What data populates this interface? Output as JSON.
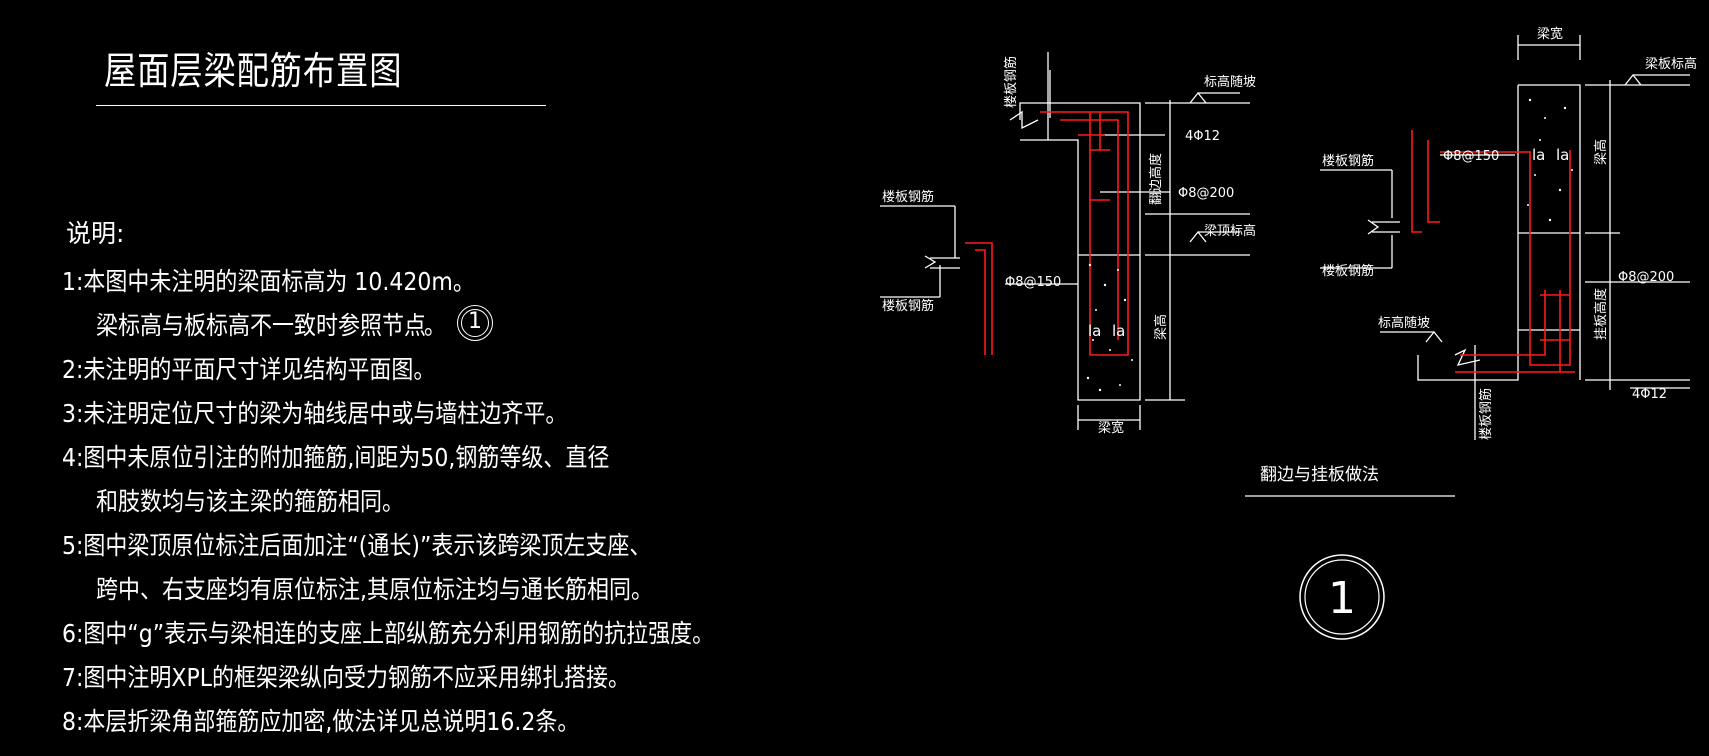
{
  "title": "屋面层梁配筋布置图",
  "notes_heading": "说明:",
  "notes": [
    "1:本图中未注明的梁面标高为 10.420m。",
    "梁标高与板标高不一致时参照节点",
    "。",
    "2:未注明的平面尺寸详见结构平面图。",
    "3:未注明定位尺寸的梁为轴线居中或与墙柱边齐平。",
    "4:图中未原位引注的附加箍筋,间距为50,钢筋等级、直径",
    "和肢数均与该主梁的箍筋相同。",
    "5:图中梁顶原位标注后面加注“(通长)”表示该跨梁顶左支座、",
    "跨中、右支座均有原位标注,其原位标注均与通长筋相同。",
    "6:图中“g”表示与梁相连的支座上部纵筋充分利用钢筋的抗拉强度。",
    "7:图中注明XPL的框架梁纵向受力钢筋不应采用绑扎搭接。",
    "8:本层折梁角部箍筋应加密,做法详见总说明16.2条。"
  ],
  "node_ref": "1",
  "detail_caption": "翻边与挂板做法",
  "detail_ref": "1",
  "left_detail": {
    "slab_rebar_top_vertical": "楼板钢筋",
    "slab_elevation": "标高随坡",
    "rebar_4phi12": "4Φ12",
    "flange_height": "翻边高度",
    "stirrup_phi8_200": "Φ8@200",
    "beam_top_elevation": "梁顶标高",
    "slab_rebar_upper": "楼板钢筋",
    "slab_rebar_lower": "楼板钢筋",
    "rebar_phi8_150": "Φ8@150",
    "beam_height": "梁高",
    "la1": "la",
    "la2": "la",
    "beam_width": "梁宽"
  },
  "right_detail": {
    "beam_width": "梁宽",
    "slab_bottom_elevation": "梁板标高",
    "rebar_phi8_150": "Φ8@150",
    "la1": "la",
    "la2": "la",
    "beam_height": "梁高",
    "slab_rebar_upper": "楼板钢筋",
    "slab_rebar_lower": "楼板钢筋",
    "stirrup_phi8_200": "Φ8@200",
    "hanging_height": "挂板高度",
    "slab_elevation": "标高随坡",
    "rebar_4phi12": "4Φ12",
    "slab_rebar_bottom_vertical": "楼板钢筋"
  },
  "colors": {
    "background": "#000000",
    "linework": "#ffffff",
    "rebar": "#ff1a1a"
  }
}
